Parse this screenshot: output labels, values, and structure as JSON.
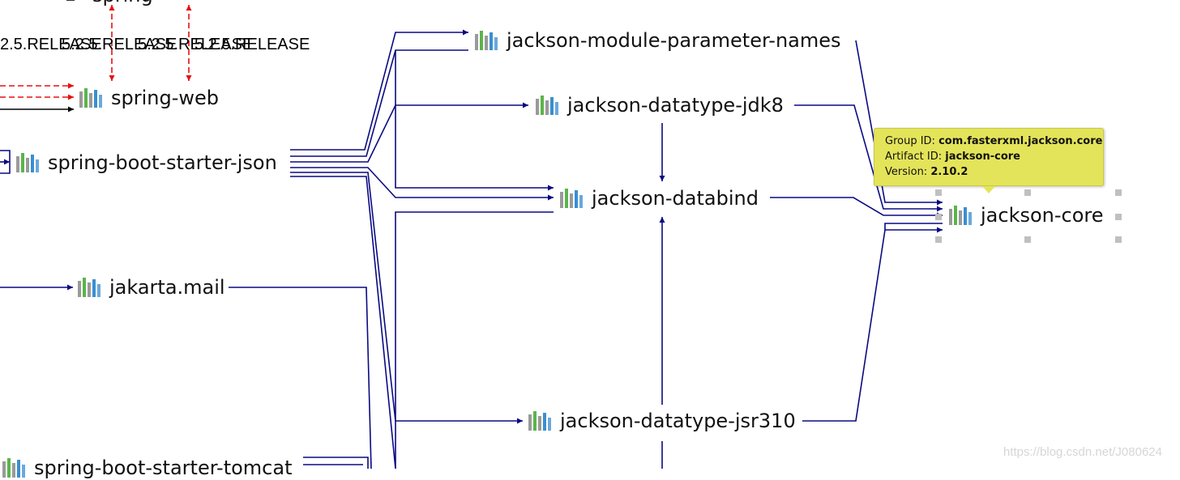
{
  "diagram": {
    "nodes": [
      {
        "id": "spring-web",
        "label": "spring-web"
      },
      {
        "id": "spring-boot-starter-json",
        "label": "spring-boot-starter-json"
      },
      {
        "id": "jakarta-mail",
        "label": "jakarta.mail"
      },
      {
        "id": "spring-boot-starter-tomcat",
        "label": "spring-boot-starter-tomcat"
      },
      {
        "id": "jackson-module-parameter-names",
        "label": "jackson-module-parameter-names"
      },
      {
        "id": "jackson-datatype-jdk8",
        "label": "jackson-datatype-jdk8"
      },
      {
        "id": "jackson-databind",
        "label": "jackson-databind"
      },
      {
        "id": "jackson-datatype-jsr310",
        "label": "jackson-datatype-jsr310"
      },
      {
        "id": "jackson-core",
        "label": "jackson-core",
        "selected": true
      },
      {
        "id": "spring-top",
        "label": "spring"
      }
    ],
    "version_labels": [
      "2.5.RELEASE",
      "5.2.5.RELEASE",
      "5.2.5.RELEASE",
      "5.2.5.RELEASE"
    ],
    "edge_colors": {
      "dependency": "#0a0a82",
      "conflict": "#e81010",
      "plain": "#000000"
    }
  },
  "tooltip": {
    "group_label": "Group ID:",
    "group_value": "com.fasterxml.jackson.core",
    "artifact_label": "Artifact ID:",
    "artifact_value": "jackson-core",
    "version_label": "Version:",
    "version_value": "2.10.2"
  },
  "icon": "maven-library-icon",
  "watermark": "https://blog.csdn.net/J080624"
}
